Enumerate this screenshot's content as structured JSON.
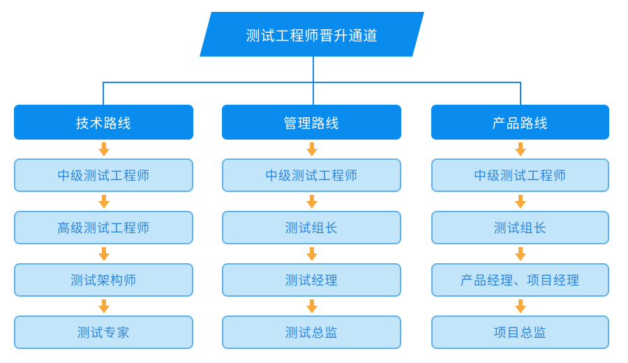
{
  "title": "测试工程师晋升通道",
  "columns": [
    {
      "header": "技术路线",
      "steps": [
        "中级测试工程师",
        "高级测试工程师",
        "测试架构师",
        "测试专家"
      ]
    },
    {
      "header": "管理路线",
      "steps": [
        "中级测试工程师",
        "测试组长",
        "测试经理",
        "测试总监"
      ]
    },
    {
      "header": "产品路线",
      "steps": [
        "中级测试工程师",
        "测试组长",
        "产品经理、项目经理",
        "项目总监"
      ]
    }
  ],
  "colors": {
    "bright-blue": "#0A8CEF",
    "light-fill": "#C3E5FA",
    "light-border": "#5FB2EB",
    "step-text": "#2E86DB",
    "line-blue": "#1787E8",
    "arrow-orange": "#F9A93C"
  }
}
